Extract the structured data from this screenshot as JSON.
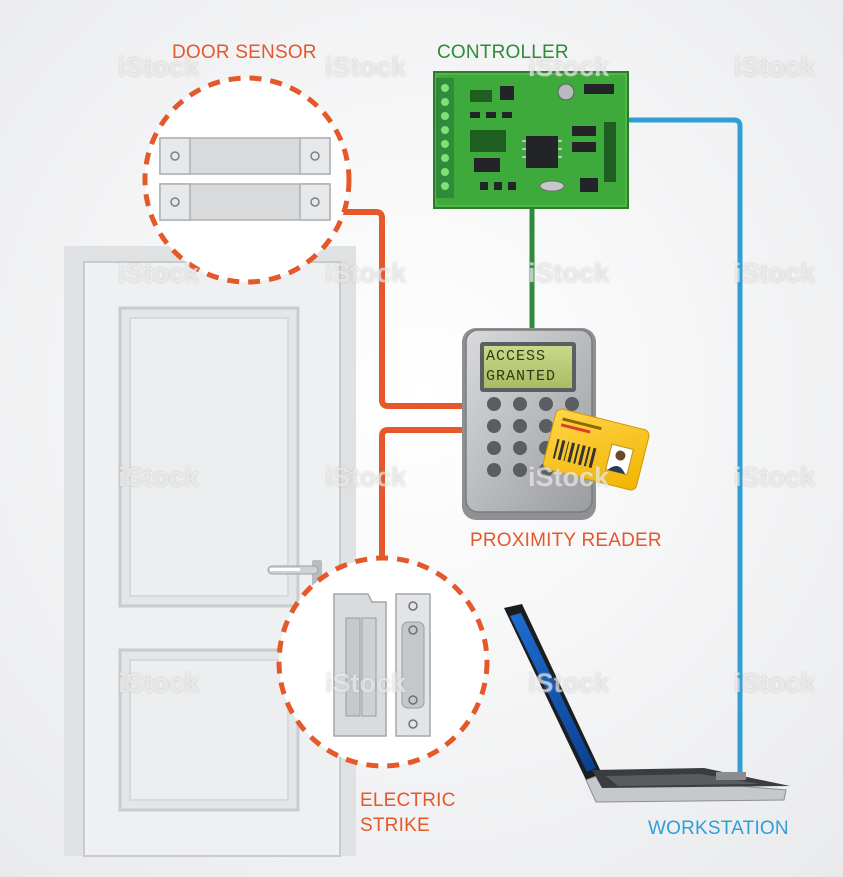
{
  "labels": {
    "door_sensor": "DOOR SENSOR",
    "controller": "CONTROLLER",
    "proximity_reader": "PROXIMITY READER",
    "electric_strike_line1": "ELECTRIC",
    "electric_strike_line2": "STRIKE",
    "workstation": "WORKSTATION"
  },
  "reader_screen": {
    "line1": "ACCESS",
    "line2": "GRANTED"
  },
  "watermark": "iStock",
  "colors": {
    "orange": "#e4582a",
    "green": "#2f8a3a",
    "blue": "#2f9fd8",
    "pcb": "#3faa3c"
  }
}
